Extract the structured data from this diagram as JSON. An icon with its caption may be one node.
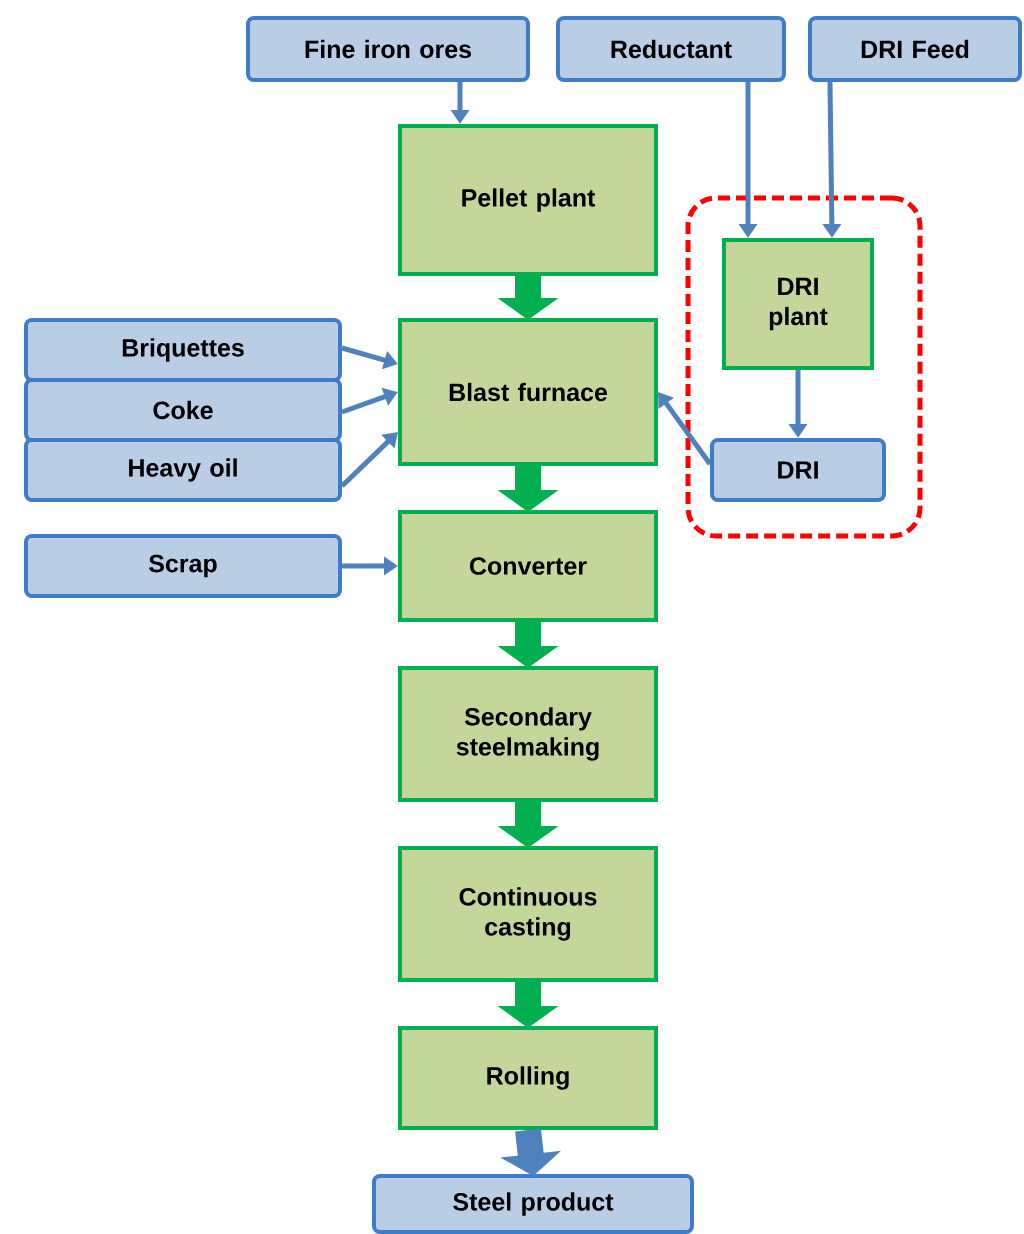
{
  "diagram": {
    "nodes": [
      {
        "text": [
          "Fine iron ores"
        ]
      },
      {
        "text": [
          "Reductant"
        ]
      },
      {
        "text": [
          "DRI Feed"
        ]
      },
      {
        "text": [
          "Pellet plant"
        ]
      },
      {
        "text": [],
        "shape": "box"
      },
      {
        "text": [
          "DRI plant"
        ],
        "in": 4
      },
      {
        "text": [
          "Briquettes"
        ]
      },
      {
        "text": [
          "Coke"
        ]
      },
      {
        "text": [
          "Heavy oil"
        ]
      },
      {
        "text": [
          "Blast furnace"
        ]
      },
      {
        "text": [
          "DRI"
        ],
        "in": 4
      },
      {
        "text": [
          "Scrap"
        ]
      },
      {
        "text": [
          "Converter"
        ]
      },
      {
        "text": [
          "Secondary steelmaking"
        ]
      },
      {
        "text": [
          "Continuous casting"
        ]
      },
      {
        "text": [
          "Rolling"
        ]
      },
      {
        "text": [
          "Steel product"
        ]
      }
    ],
    "edges": [
      {
        "from": 0,
        "to": 3,
        "arrow": "to"
      },
      {
        "from": 1,
        "to": 5,
        "arrow": "to"
      },
      {
        "from": 2,
        "to": 5,
        "arrow": "to"
      },
      {
        "from": 3,
        "to": 9,
        "arrow": "to",
        "style": "thick",
        "color": "#00b050"
      },
      {
        "from": 5,
        "to": 10,
        "arrow": "to"
      },
      {
        "from": 6,
        "to": 9,
        "arrow": "to"
      },
      {
        "from": 7,
        "to": 9,
        "arrow": "to"
      },
      {
        "from": 8,
        "to": 9,
        "arrow": "to"
      },
      {
        "from": 10,
        "to": 9,
        "arrow": "to"
      },
      {
        "from": 11,
        "to": 12,
        "arrow": "to"
      },
      {
        "from": 9,
        "to": 12,
        "arrow": "to",
        "style": "thick",
        "color": "#00b050"
      },
      {
        "from": 12,
        "to": 13,
        "arrow": "to",
        "style": "thick",
        "color": "#00b050"
      },
      {
        "from": 13,
        "to": 14,
        "arrow": "to",
        "style": "thick",
        "color": "#00b050"
      },
      {
        "from": 14,
        "to": 15,
        "arrow": "to",
        "style": "thick",
        "color": "#00b050"
      },
      {
        "from": 15,
        "to": 16,
        "arrow": "to",
        "style": "thick"
      }
    ]
  }
}
